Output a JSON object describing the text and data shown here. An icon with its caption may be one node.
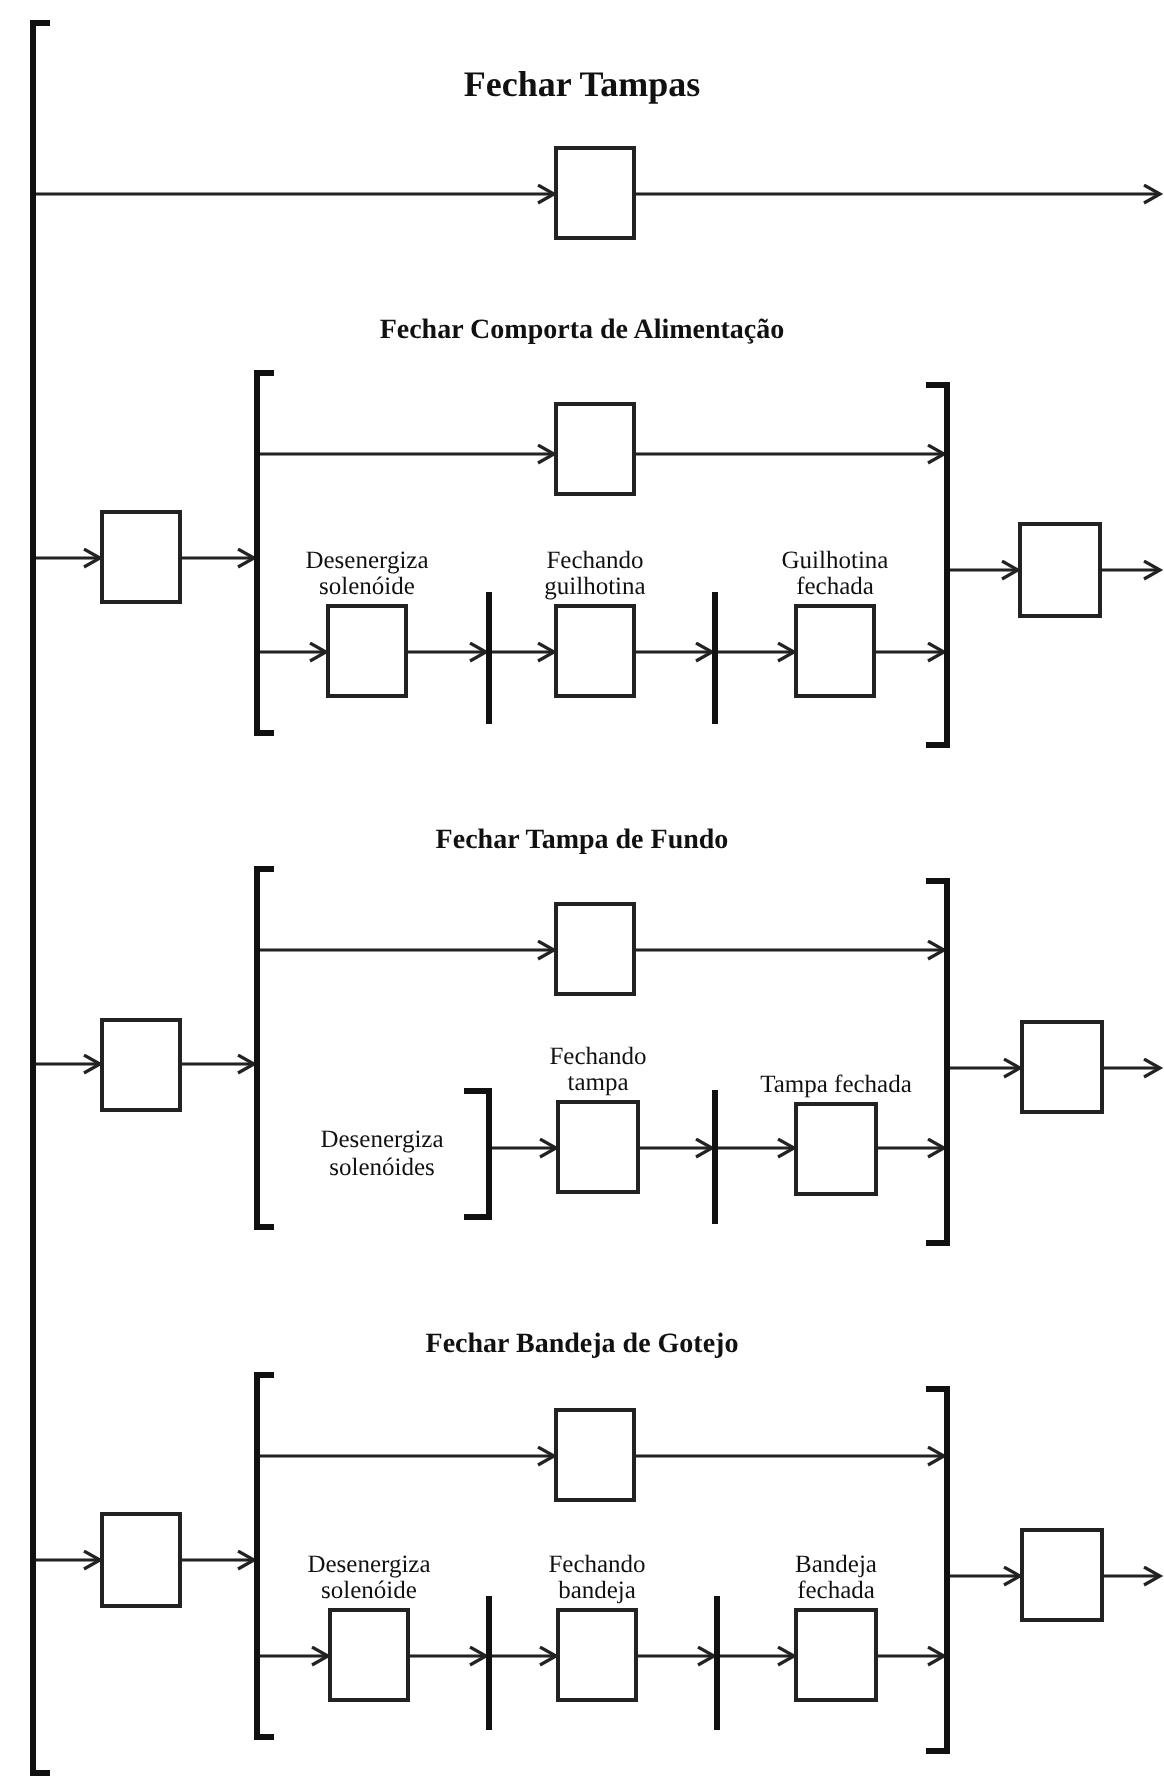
{
  "diagram": {
    "title": "Fechar Tampas",
    "nodes": [
      {
        "text": [],
        "shape": "bracket"
      },
      {
        "text": [],
        "shape": "box"
      },
      {
        "text": [],
        "shape": "box"
      },
      {
        "text": [],
        "shape": "bracket"
      },
      {
        "text": [],
        "shape": "box"
      },
      {
        "text": [
          "Desenergiza solenóide"
        ]
      },
      {
        "text": [],
        "shape": "bar"
      },
      {
        "text": [
          "Fechando guilhotina"
        ]
      },
      {
        "text": [],
        "shape": "bar"
      },
      {
        "text": [
          "Guilhotina fechada"
        ]
      },
      {
        "text": [],
        "shape": "bracket"
      },
      {
        "text": [],
        "shape": "box"
      },
      {
        "text": [],
        "shape": "box"
      },
      {
        "text": [],
        "shape": "bracket"
      },
      {
        "text": [],
        "shape": "box"
      },
      {
        "text": [
          "Desenergiza solenóides"
        ]
      },
      {
        "text": [
          "Fechando tampa"
        ]
      },
      {
        "text": [],
        "shape": "bar"
      },
      {
        "text": [
          "Tampa fechada"
        ]
      },
      {
        "text": [],
        "shape": "bracket"
      },
      {
        "text": [],
        "shape": "box"
      },
      {
        "text": [],
        "shape": "box"
      },
      {
        "text": [],
        "shape": "bracket"
      },
      {
        "text": [],
        "shape": "box"
      },
      {
        "text": [
          "Desenergiza solenóide"
        ]
      },
      {
        "text": [],
        "shape": "bar"
      },
      {
        "text": [
          "Fechando bandeja"
        ]
      },
      {
        "text": [],
        "shape": "bar"
      },
      {
        "text": [
          "Bandeja fechada"
        ]
      },
      {
        "text": [],
        "shape": "bracket"
      },
      {
        "text": [],
        "shape": "box"
      }
    ],
    "edges": [
      {
        "from": 0,
        "to": 1,
        "arrow": "to"
      },
      {
        "from": 1,
        "to": null,
        "arrow": "to"
      },
      {
        "from": 0,
        "to": 2,
        "arrow": "to"
      },
      {
        "from": 2,
        "to": 3,
        "arrow": "to"
      },
      {
        "from": 3,
        "to": 4,
        "arrow": "to"
      },
      {
        "from": 4,
        "to": 10,
        "arrow": "to"
      },
      {
        "from": 3,
        "to": 5,
        "arrow": "to"
      },
      {
        "from": 5,
        "to": 6,
        "arrow": "to"
      },
      {
        "from": 6,
        "to": 7,
        "arrow": "to"
      },
      {
        "from": 7,
        "to": 8,
        "arrow": "to"
      },
      {
        "from": 8,
        "to": 9,
        "arrow": "to"
      },
      {
        "from": 9,
        "to": 10,
        "arrow": "to"
      },
      {
        "from": 10,
        "to": 11,
        "arrow": "to"
      },
      {
        "from": 11,
        "to": null,
        "arrow": "to"
      },
      {
        "from": 0,
        "to": 12,
        "arrow": "to"
      },
      {
        "from": 12,
        "to": 13,
        "arrow": "to"
      },
      {
        "from": 13,
        "to": 14,
        "arrow": "to"
      },
      {
        "from": 14,
        "to": 19,
        "arrow": "to"
      },
      {
        "from": 15,
        "to": 16,
        "arrow": "to"
      },
      {
        "from": 16,
        "to": 17,
        "arrow": "to"
      },
      {
        "from": 17,
        "to": 18,
        "arrow": "to"
      },
      {
        "from": 18,
        "to": 19,
        "arrow": "to"
      },
      {
        "from": 19,
        "to": 20,
        "arrow": "to"
      },
      {
        "from": 20,
        "to": null,
        "arrow": "to"
      },
      {
        "from": 0,
        "to": 21,
        "arrow": "to"
      },
      {
        "from": 21,
        "to": 22,
        "arrow": "to"
      },
      {
        "from": 22,
        "to": 23,
        "arrow": "to"
      },
      {
        "from": 23,
        "to": 29,
        "arrow": "to"
      },
      {
        "from": 22,
        "to": 24,
        "arrow": "to"
      },
      {
        "from": 24,
        "to": 25,
        "arrow": "to"
      },
      {
        "from": 25,
        "to": 26,
        "arrow": "to"
      },
      {
        "from": 26,
        "to": 27,
        "arrow": "to"
      },
      {
        "from": 27,
        "to": 28,
        "arrow": "to"
      },
      {
        "from": 28,
        "to": 29,
        "arrow": "to"
      },
      {
        "from": 29,
        "to": 30,
        "arrow": "to"
      },
      {
        "from": 30,
        "to": null,
        "arrow": "to"
      }
    ],
    "labels": [
      "Fechar Comporta de Alimentação",
      "Fechar Tampa de Fundo",
      "Fechar Bandeja de Gotejo"
    ]
  }
}
